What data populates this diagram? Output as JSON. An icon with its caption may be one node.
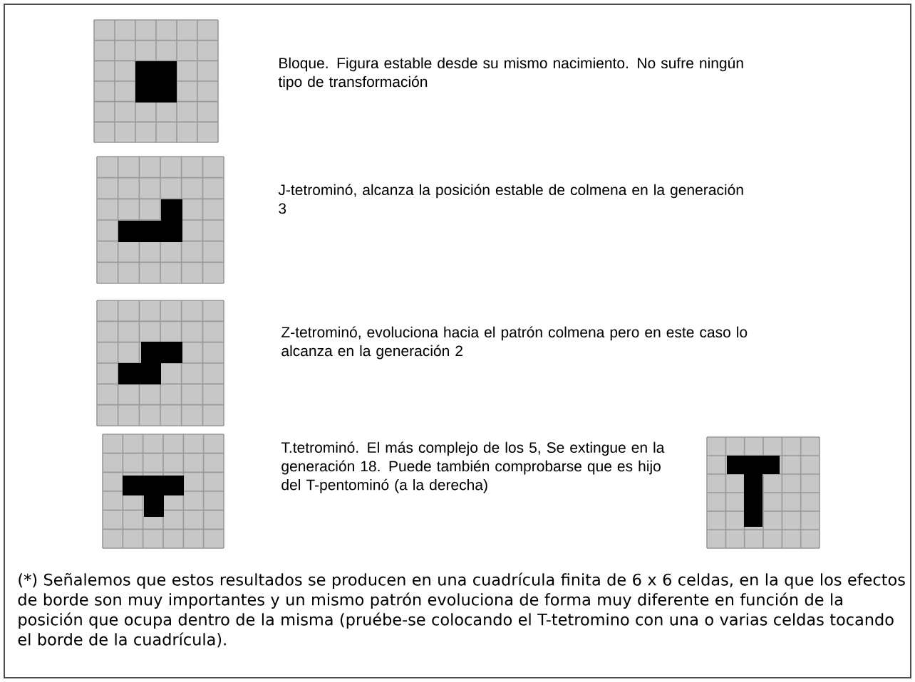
{
  "diagram": {
    "labels": [
      "Bloque. Figura estable desde su mismo nacimiento. No sufre ningún tipo de transformación",
      "J-tetrominó, alcanza la posición estable de colmena en la generación 3",
      "Z-tetrominó, evoluciona hacia el patrón colmena pero en este caso lo alcanza en la generación 2",
      "T.tetrominó. El más complejo de los 5, Se extingue en la generación 18. Puede también comprobarse que es hijo del T-pentominó (a la derecha)",
      "(*) Señalemos que estos resultados se producen en una cuadrícula finita de 6 x 6 celdas, en la que los efectos de borde son muy importantes y un mismo patrón evoluciona de forma muy diferente en función de la posición que ocupa dentro de la misma (pruébe-se colocando el T-tetromino con una o varias celdas tocando el borde de la cuadrícula)."
    ]
  }
}
